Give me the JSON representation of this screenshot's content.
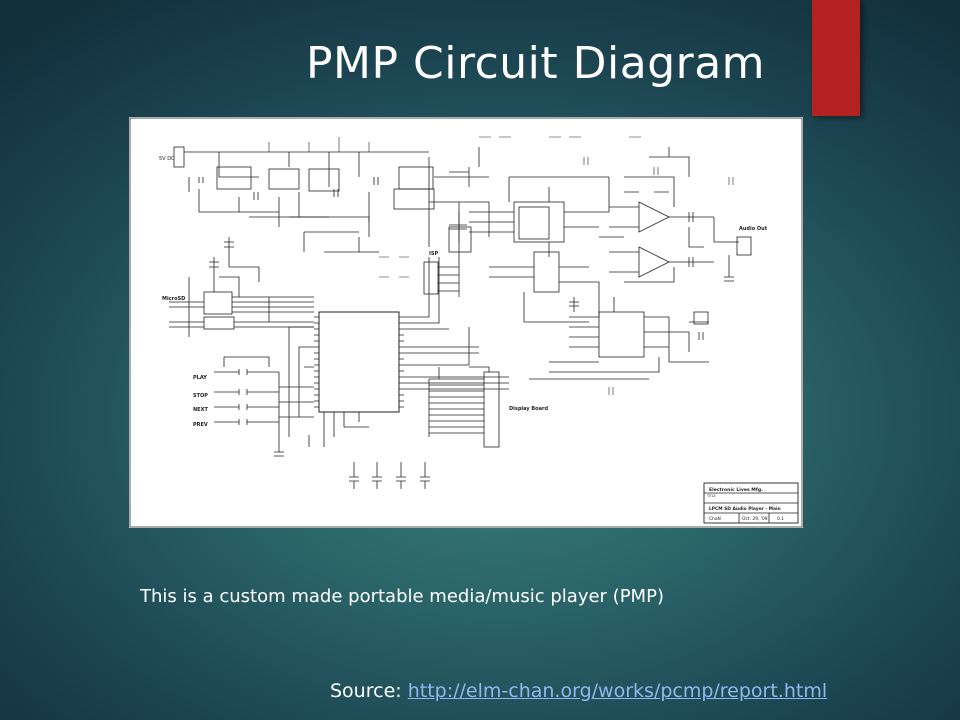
{
  "slide": {
    "title": "PMP Circuit Diagram",
    "caption": "This is a custom made portable media/music player (PMP)",
    "source_label": "Source:",
    "source_url": "http://elm-chan.org/works/pcmp/report.html",
    "accent_color": "#b32121"
  },
  "schematic": {
    "labels": {
      "dc_in": "5V DC",
      "microsd": "MicroSD",
      "play": "PLAY",
      "stop": "STOP",
      "next": "NEXT",
      "prev": "PREV",
      "display_board": "Display Board",
      "audio_out": "Audio Out",
      "isp": "ISP"
    },
    "title_block": {
      "company": "Electronic Lives Mfg.",
      "title_label": "TITLE",
      "title": "LPCM SD Audio Player - Main",
      "author": "ChaN",
      "date": "Oct. 29, '09",
      "rev": "0.1"
    }
  }
}
